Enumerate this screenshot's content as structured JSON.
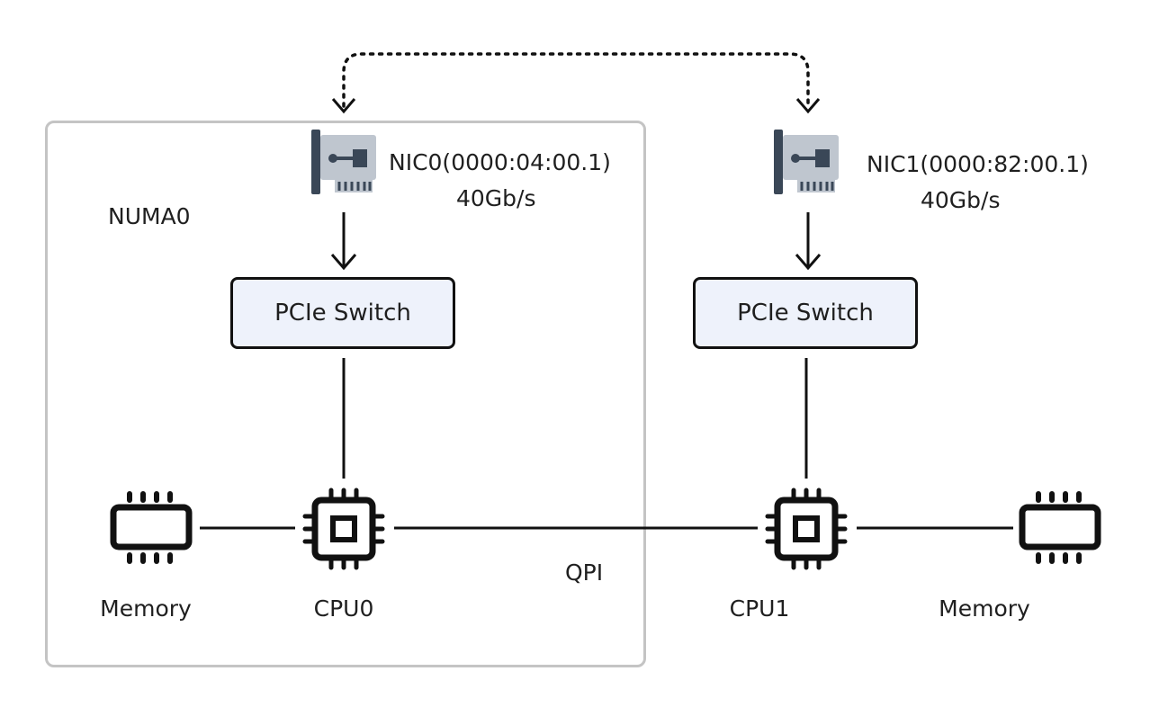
{
  "numa": {
    "label": "NUMA0"
  },
  "nic0": {
    "name": "NIC0(0000:04:00.1)",
    "speed": "40Gb/s",
    "icon": "nic-card-icon"
  },
  "nic1": {
    "name": "NIC1(0000:82:00.1)",
    "speed": "40Gb/s",
    "icon": "nic-card-icon"
  },
  "switch0": {
    "label": "PCIe Switch"
  },
  "switch1": {
    "label": "PCIe Switch"
  },
  "cpu0": {
    "label": "CPU0",
    "icon": "cpu-chip-icon"
  },
  "cpu1": {
    "label": "CPU1",
    "icon": "cpu-chip-icon"
  },
  "memory0": {
    "label": "Memory",
    "icon": "memory-module-icon"
  },
  "memory1": {
    "label": "Memory",
    "icon": "memory-module-icon"
  },
  "interconnect": {
    "label": "QPI"
  },
  "colors": {
    "card_bg": "#bfc6cf",
    "card_dark": "#3a4757",
    "switch_bg": "#eef2fb",
    "numa_border": "#c4c4c4"
  }
}
